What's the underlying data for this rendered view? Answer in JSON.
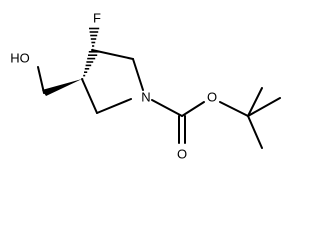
{
  "molecule": {
    "atoms": {
      "fluorine": "F",
      "nitrogen": "N",
      "hydroxyl": "HO",
      "carbonyl_oxygen": "O",
      "ester_oxygen": "O"
    }
  }
}
